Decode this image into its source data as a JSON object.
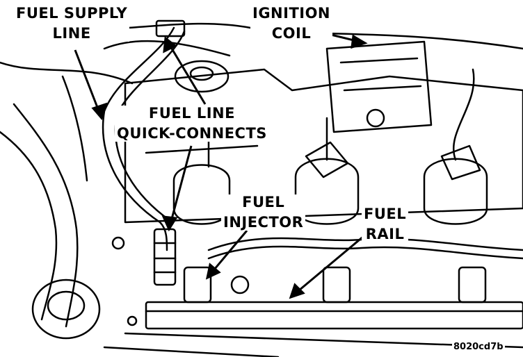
{
  "labels": {
    "fuel_supply_line": [
      "FUEL SUPPLY",
      "LINE"
    ],
    "ignition_coil": [
      "IGNITION",
      "COIL"
    ],
    "fuel_line_quick_connects": [
      "FUEL LINE",
      "QUICK-CONNECTS"
    ],
    "fuel_injector": [
      "FUEL",
      "INJECTOR"
    ],
    "fuel_rail": [
      "FUEL",
      "RAIL"
    ]
  },
  "figure_ref": "8020cd7b",
  "colors": {
    "ink": "#000000",
    "paper": "#ffffff"
  }
}
